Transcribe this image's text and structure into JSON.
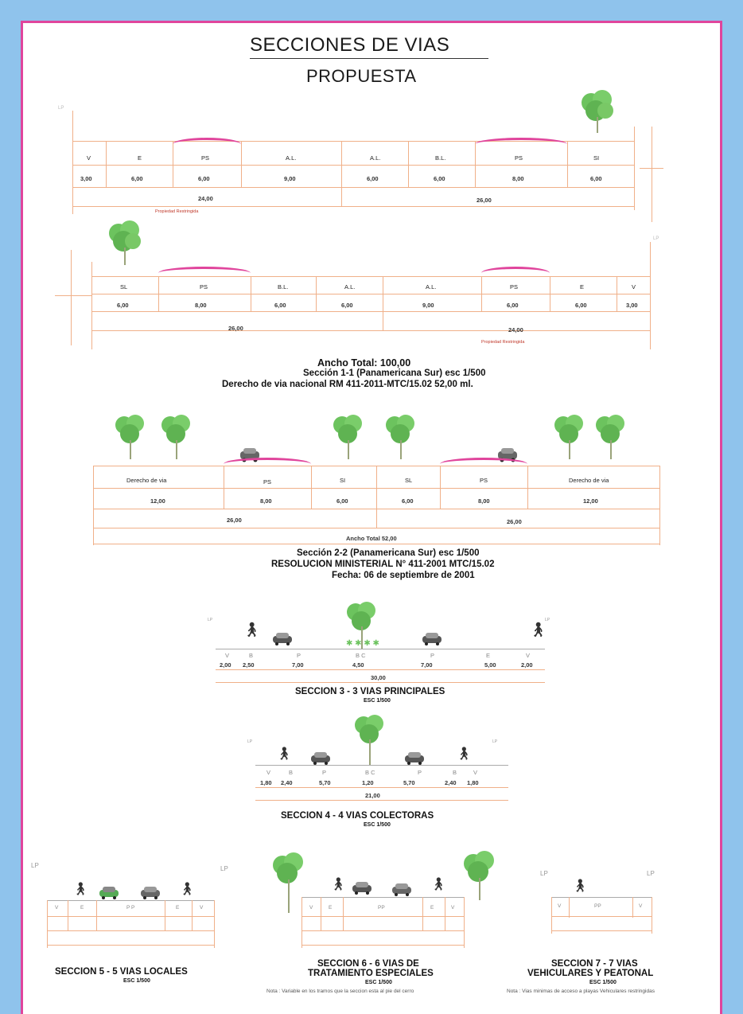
{
  "title": {
    "line1": "SECCIONES DE VIAS",
    "line2": "PROPUESTA"
  },
  "section_1_1": {
    "top_row": {
      "labels": [
        "V",
        "E",
        "PS",
        "A.L.",
        "A.L.",
        "B.L.",
        "PS",
        "SI"
      ],
      "values": [
        "3,00",
        "6,00",
        "6,00",
        "9,00",
        "6,00",
        "6,00",
        "8,00",
        "6,00"
      ],
      "totals": [
        "24,00",
        "26,00"
      ],
      "note": "Propiedad Restringida"
    },
    "bottom_row": {
      "labels": [
        "SL",
        "PS",
        "B.L.",
        "A.L.",
        "A.L.",
        "PS",
        "E",
        "V"
      ],
      "values": [
        "6,00",
        "8,00",
        "6,00",
        "6,00",
        "9,00",
        "6,00",
        "6,00",
        "3,00"
      ],
      "totals": [
        "26,00",
        "24,00"
      ],
      "note": "Propiedad Restringida"
    },
    "lp": "LP",
    "caption": {
      "line1": "Ancho Total: 100,00",
      "line2": "Sección 1-1   (Panamericana Sur) esc 1/500",
      "line3": "Derecho de via nacional RM 411-2011-MTC/15.02 52,00 ml."
    }
  },
  "section_2_2": {
    "labels": [
      "Derecho de via",
      "PS",
      "SI",
      "SL",
      "PS",
      "Derecho de via"
    ],
    "values": [
      "12,00",
      "8,00",
      "6,00",
      "6,00",
      "8,00",
      "12,00"
    ],
    "totals": [
      "26,00",
      "26,00"
    ],
    "total_label": "Ancho Total  52,00",
    "caption": {
      "line1": "Sección 2-2   (Panamericana Sur) esc 1/500",
      "line2": "RESOLUCION MINISTERIAL N° 411-2001 MTC/15.02",
      "line3": "Fecha: 06 de septiembre de 2001"
    }
  },
  "section_3_3": {
    "labels": [
      "V",
      "B",
      "P",
      "B C",
      "P",
      "E",
      "V"
    ],
    "values": [
      "2,00",
      "2,50",
      "7,00",
      "4,50",
      "7,00",
      "5,00",
      "2,00"
    ],
    "total": "30,00",
    "lp": "LP",
    "caption": "SECCION 3 - 3  VIAS PRINCIPALES",
    "esc": "ESC 1/500"
  },
  "section_4_4": {
    "labels": [
      "V",
      "B",
      "P",
      "B C",
      "P",
      "B",
      "V"
    ],
    "values": [
      "1,80",
      "2,40",
      "5,70",
      "1,20",
      "5,70",
      "2,40",
      "1,80"
    ],
    "total": "21,00",
    "lp": "LP",
    "caption": "SECCION 4 - 4  VIAS COLECTORAS",
    "esc": "ESC 1/500"
  },
  "section_5_5": {
    "labels": [
      "V",
      "E",
      "P P",
      "E",
      "V"
    ],
    "lp": "LP",
    "caption": "SECCION 5 - 5  VIAS LOCALES",
    "esc": "ESC 1/500"
  },
  "section_6_6": {
    "labels": [
      "V",
      "E",
      "PP",
      "E",
      "V"
    ],
    "caption_line1": "SECCION 6 - 6  VIAS DE",
    "caption_line2": "TRATAMIENTO ESPECIALES",
    "esc": "ESC 1/500",
    "note": "Nota :  Variable en los tramos que la seccion esta al pie del cerro"
  },
  "section_7_7": {
    "labels": [
      "V",
      "PP",
      "V"
    ],
    "lp": "LP",
    "caption_line1": "SECCION 7 - 7  VIAS",
    "caption_line2": "VEHICULARES Y PEATONAL",
    "esc": "ESC 1/500",
    "note": "Nota :  Vias minimas de acceso a playas  Vehiculares restringidas"
  },
  "colors": {
    "background": "#8fc3ec",
    "frame": "#e0459c",
    "dimension_lines": "#f0b089",
    "tree": "#6cc35e"
  },
  "icons": [
    "tree-icon",
    "car-icon",
    "pedestrian-icon"
  ]
}
